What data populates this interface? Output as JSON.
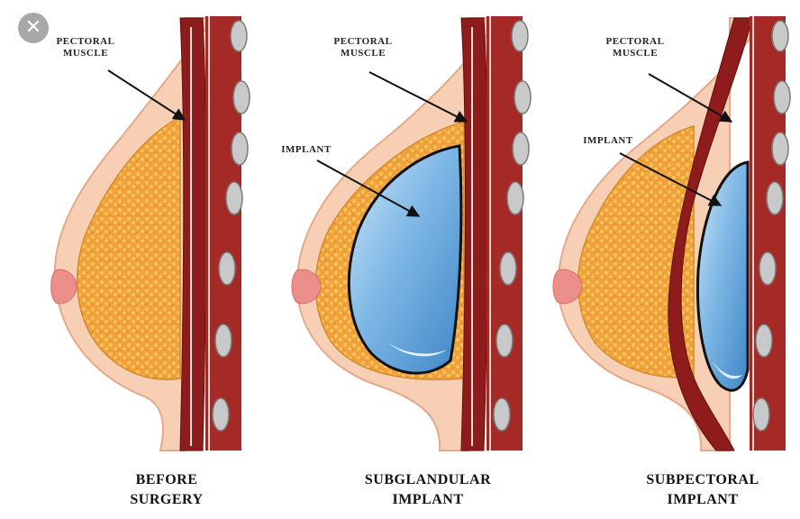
{
  "close_button": {
    "icon": "close-icon",
    "glyph": "✕"
  },
  "panels": [
    {
      "id": "before",
      "labels": [
        {
          "id": "pectoral",
          "text": "PECTORAL\nMUSCLE"
        }
      ],
      "caption": "BEFORE\nSURGERY"
    },
    {
      "id": "subglandular",
      "labels": [
        {
          "id": "pectoral",
          "text": "PECTORAL\nMUSCLE"
        },
        {
          "id": "implant",
          "text": "IMPLANT"
        }
      ],
      "caption": "SUBGLANDULAR\nIMPLANT"
    },
    {
      "id": "subpectoral",
      "labels": [
        {
          "id": "pectoral",
          "text": "PECTORAL\nMUSCLE"
        },
        {
          "id": "implant",
          "text": "IMPLANT"
        }
      ],
      "caption": "SUBPECTORAL\nIMPLANT"
    }
  ],
  "colors": {
    "skin": "#f6cfb4",
    "skin_edge": "#e3a98a",
    "fat": "#f0a13a",
    "fat_speckle": "#f7c25e",
    "muscle": "#8e1c1c",
    "muscle_light": "#b8403a",
    "rib": "#c9c9c9",
    "implant": "#7fb8e6",
    "implant_light": "#e3f1fb",
    "nipple": "#ec8f8a"
  }
}
